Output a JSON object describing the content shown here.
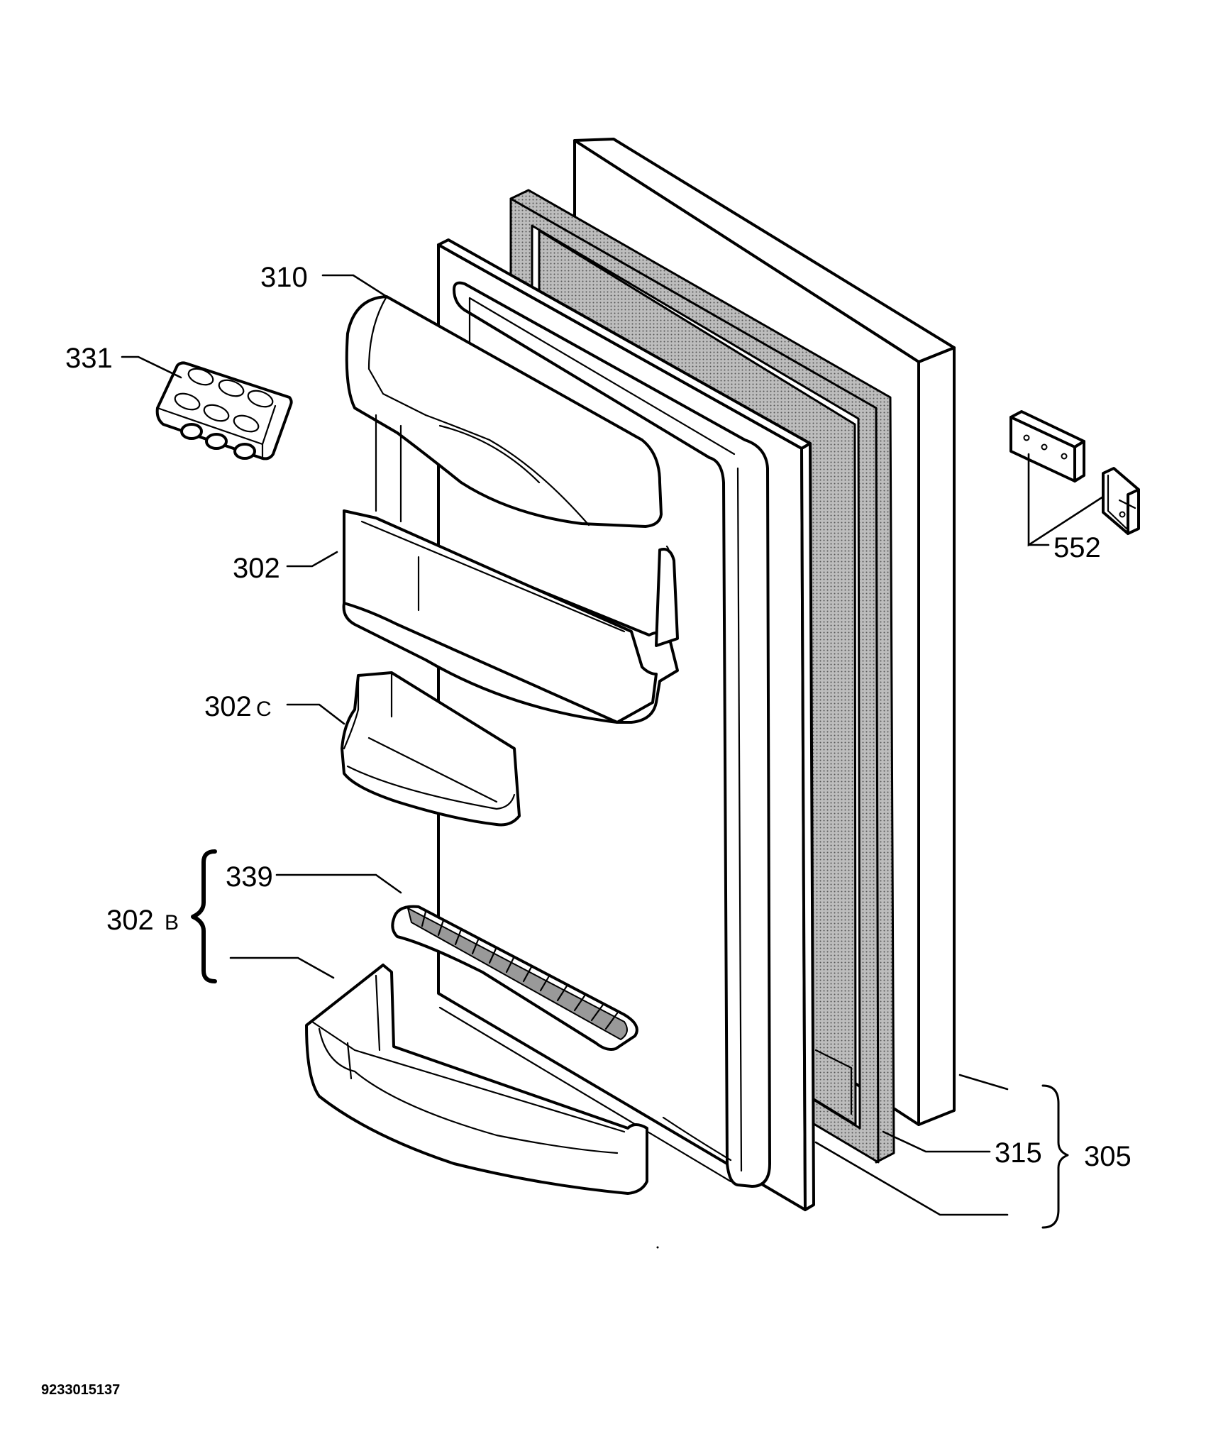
{
  "labels": {
    "p310": "310",
    "p331": "331",
    "p302": "302",
    "p302c_num": "302",
    "p302c_suffix": "C",
    "p339": "339",
    "p302b_num": "302",
    "p302b_suffix": "B",
    "p552": "552",
    "p315": "315",
    "p305": "305"
  },
  "document_number": "9233015137"
}
